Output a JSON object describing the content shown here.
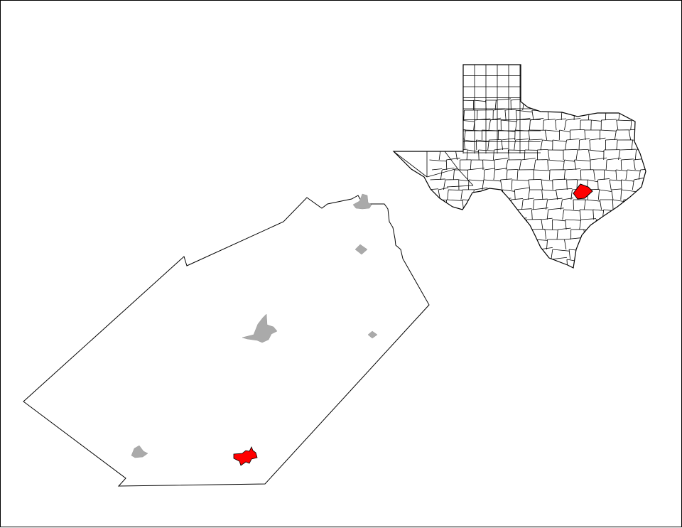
{
  "colors": {
    "background": "#ffffff",
    "boundary": "#000000",
    "other_place": "#aaaaaa",
    "highlight": "#ff0000"
  },
  "map": {
    "county": {
      "places": [
        {
          "id": "north-border-town",
          "highlighted": false
        },
        {
          "id": "northeast-town",
          "highlighted": false
        },
        {
          "id": "central-town",
          "highlighted": false
        },
        {
          "id": "east-small-town",
          "highlighted": false
        },
        {
          "id": "southwest-town",
          "highlighted": false
        },
        {
          "id": "highlighted-town",
          "highlighted": true
        }
      ]
    },
    "locator": {
      "state_outline": true,
      "county_grid": true,
      "highlighted_county": true
    }
  }
}
